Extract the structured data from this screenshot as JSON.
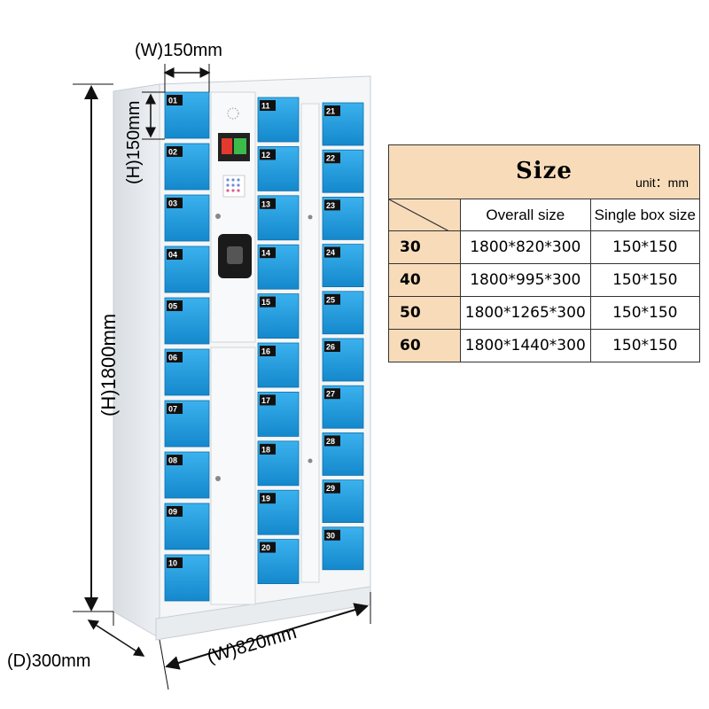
{
  "dimensions": {
    "box_width": "(W)150mm",
    "box_height": "(H)150mm",
    "total_height": "(H)1800mm",
    "depth": "(D)300mm",
    "total_width": "(W)820mm"
  },
  "lockers": {
    "column1": [
      "01",
      "02",
      "03",
      "04",
      "05",
      "06",
      "07",
      "08",
      "09",
      "10"
    ],
    "column2": [
      "11",
      "12",
      "13",
      "14",
      "15",
      "16",
      "17",
      "18",
      "19",
      "20"
    ],
    "column3": [
      "21",
      "22",
      "23",
      "24",
      "25",
      "26",
      "27",
      "28",
      "29",
      "30"
    ]
  },
  "colors": {
    "door_blue": "#1a9de0",
    "cabinet_white": "#f2f4f6",
    "table_header_bg": "#f8dcba"
  },
  "size_table": {
    "title": "Size",
    "unit": "unit：mm",
    "headers": [
      "Overall size",
      "Single box size"
    ],
    "rows": [
      {
        "qty": "30",
        "overall": "1800*820*300",
        "single": "150*150"
      },
      {
        "qty": "40",
        "overall": "1800*995*300",
        "single": "150*150"
      },
      {
        "qty": "50",
        "overall": "1800*1265*300",
        "single": "150*150"
      },
      {
        "qty": "60",
        "overall": "1800*1440*300",
        "single": "150*150"
      }
    ]
  }
}
